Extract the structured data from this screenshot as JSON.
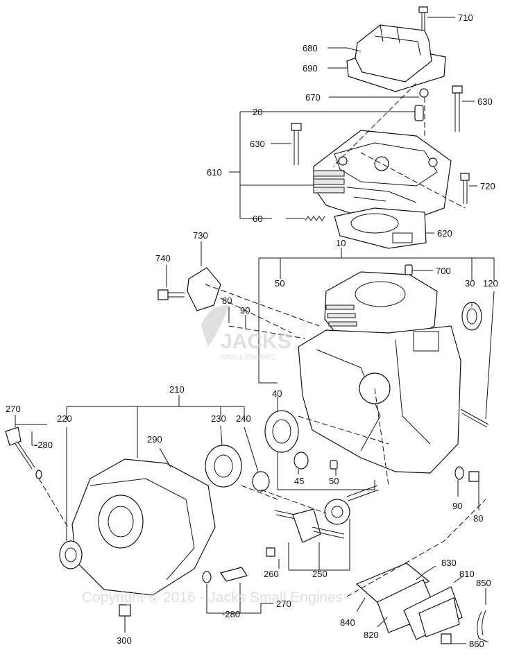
{
  "labels": {
    "l710": "710",
    "l680": "680",
    "l690": "690",
    "l670": "670",
    "l630a": "630",
    "l20": "20",
    "l630b": "630",
    "l610": "610",
    "l720": "720",
    "l60": "60",
    "l620": "620",
    "l730": "730",
    "l10": "10",
    "l740": "740",
    "l700": "700",
    "l50a": "50",
    "l30": "30",
    "l120": "120",
    "l80a": "80",
    "l90a": "90",
    "l210": "210",
    "l270a": "270",
    "l220": "220",
    "l230": "230",
    "l240": "240",
    "l290": "290",
    "l280a": "-280",
    "l40": "40",
    "l45": "45",
    "l50b": "50",
    "l90b": "90",
    "l80b": "80",
    "l260": "260",
    "l250": "250",
    "l830": "830",
    "l810": "810",
    "l850": "850",
    "l840": "840",
    "l820": "820",
    "l860": "860",
    "l300": "300",
    "l280b": "-280",
    "l270b": "270"
  },
  "watermark": {
    "logo_text": "JACKS",
    "logo_sub": "SMALL ENGINES",
    "reg": "®",
    "copyright": "Copyright © 2016 - Jacks Small Engines"
  },
  "colors": {
    "line": "#111111",
    "watermark": "#cfcfcf"
  }
}
